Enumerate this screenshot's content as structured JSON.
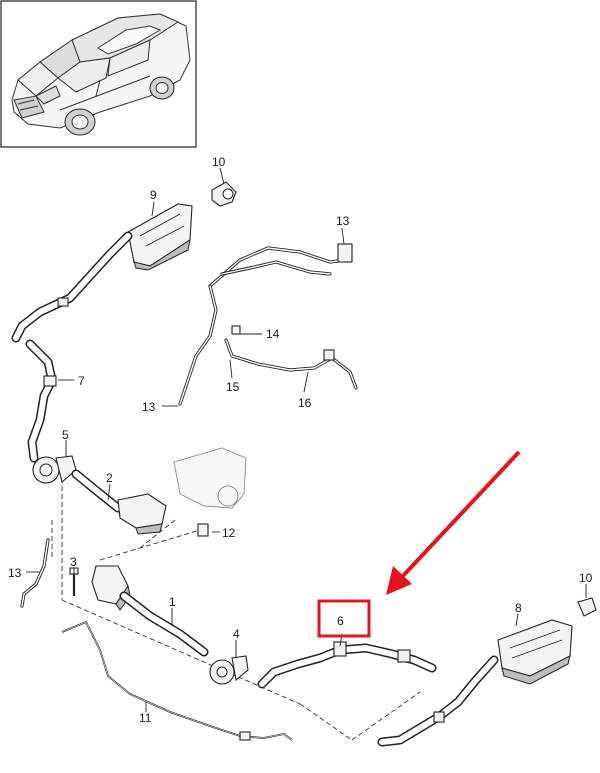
{
  "thumbnail": {
    "alt": "vehicle-thumbnail"
  },
  "callouts": [
    {
      "id": "c1",
      "label": "1"
    },
    {
      "id": "c2",
      "label": "2"
    },
    {
      "id": "c3",
      "label": "3"
    },
    {
      "id": "c4",
      "label": "4"
    },
    {
      "id": "c5",
      "label": "5"
    },
    {
      "id": "c6",
      "label": "6"
    },
    {
      "id": "c7",
      "label": "7"
    },
    {
      "id": "c8",
      "label": "8"
    },
    {
      "id": "c9",
      "label": "9"
    },
    {
      "id": "c10a",
      "label": "10"
    },
    {
      "id": "c10b",
      "label": "10"
    },
    {
      "id": "c11",
      "label": "11"
    },
    {
      "id": "c12",
      "label": "12"
    },
    {
      "id": "c13a",
      "label": "13"
    },
    {
      "id": "c13b",
      "label": "13"
    },
    {
      "id": "c13c",
      "label": "13"
    },
    {
      "id": "c14",
      "label": "14"
    },
    {
      "id": "c15",
      "label": "15"
    },
    {
      "id": "c16",
      "label": "16"
    }
  ],
  "highlight": {
    "label": "6",
    "color": "#e8141b"
  },
  "arrow": {
    "color": "#e8141b"
  }
}
